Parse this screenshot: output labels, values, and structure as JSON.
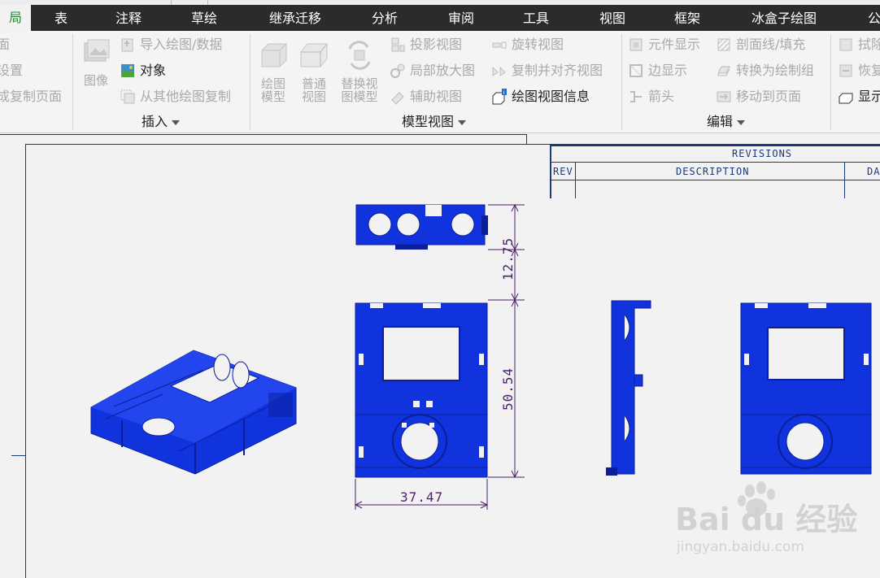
{
  "tabs": [
    {
      "label": "局",
      "active": true
    },
    {
      "label": "表"
    },
    {
      "label": "注释"
    },
    {
      "label": "草绘"
    },
    {
      "label": "继承迁移"
    },
    {
      "label": "分析"
    },
    {
      "label": "审阅"
    },
    {
      "label": "工具"
    },
    {
      "label": "视图"
    },
    {
      "label": "框架"
    },
    {
      "label": "冰盒子绘图"
    },
    {
      "label": "公"
    }
  ],
  "ribbon": {
    "layout_group": {
      "items": [
        "面",
        "设置",
        "成复制页面"
      ]
    },
    "insert_group": {
      "image_label": "图像",
      "import_label": "导入绘图/数据",
      "object_label": "对象",
      "copy_from_label": "从其他绘图复制",
      "group_label": "插入"
    },
    "model_views_group": {
      "drawing_model_label": [
        "绘图",
        "模型"
      ],
      "general_view_label": [
        "普通",
        "视图"
      ],
      "replace_model_label": [
        "替换视",
        "图模型"
      ],
      "projection_label": "投影视图",
      "detailed_label": "局部放大图",
      "auxiliary_label": "辅助视图",
      "revolved_label": "旋转视图",
      "copy_align_label": "复制并对齐视图",
      "view_info_label": "绘图视图信息",
      "group_label": "模型视图"
    },
    "edit_group": {
      "component_display_label": "元件显示",
      "edge_display_label": "边显示",
      "arrow_label": "箭头",
      "hatch_label": "剖面线/填充",
      "convert_label": "转换为绘制组",
      "move_to_page_label": "移动到页面",
      "group_label": "编辑"
    },
    "right_group": {
      "items": [
        "拭除",
        "恢复",
        "显示"
      ]
    }
  },
  "revisions": {
    "title": "REVISIONS",
    "col_rev": "REV",
    "col_desc": "DESCRIPTION",
    "col_date": "DA"
  },
  "dimensions": {
    "height_top": "12.75",
    "height_front": "50.54",
    "width_front": "37.47"
  },
  "watermark": {
    "brand": "Bai du 经验",
    "url": "jingyan.baidu.com"
  },
  "colors": {
    "model_blue": "#1133dd",
    "model_dark": "#0a1f99",
    "dimension": "#4b1e6e",
    "frame": "#1c3a78",
    "tab_active": "#1e8a2e"
  }
}
